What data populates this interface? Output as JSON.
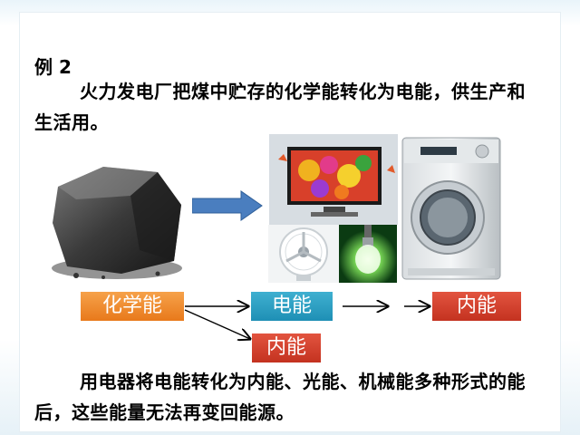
{
  "slide": {
    "heading": "例 2",
    "para1": "火力发电厂把煤中贮存的化学能转化为电能，供生产和生活用。",
    "para2": "用电器将电能转化为内能、光能、机械能多种形式的能后，这些能量无法再变回能源。"
  },
  "flow": {
    "chemical": "化学能",
    "electric": "电能",
    "internal_right": "内能",
    "internal_below": "内能"
  },
  "colors": {
    "chemical": "#e8791b",
    "electric": "#1e8fb5",
    "internal": "#c43220",
    "big_arrow": "#4a7ebf"
  },
  "icons": {
    "coal": "coal-image",
    "tv": "tv-image",
    "fan": "fan-image",
    "bulb": "light-bulb-image",
    "washer": "washing-machine-image"
  }
}
